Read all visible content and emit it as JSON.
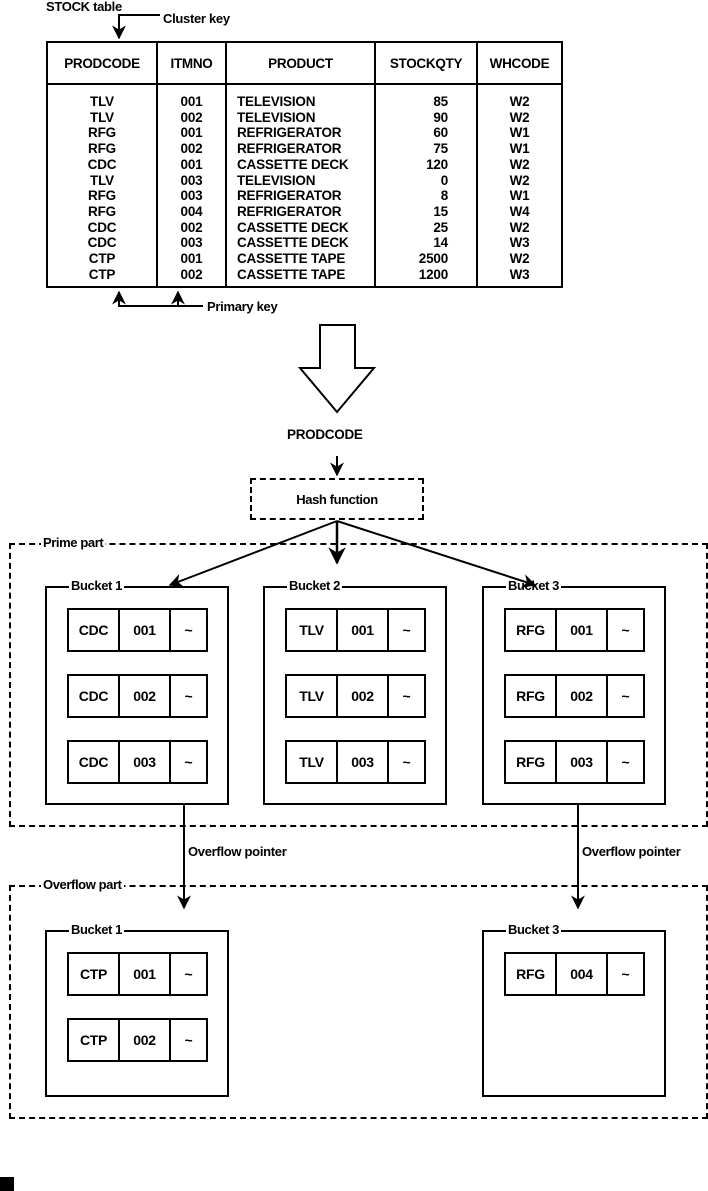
{
  "table": {
    "title": "STOCK table",
    "cluster_key_label": "Cluster key",
    "primary_key_label": "Primary key",
    "columns": [
      "PRODCODE",
      "ITMNO",
      "PRODUCT",
      "STOCKQTY",
      "WHCODE"
    ],
    "rows": [
      [
        "TLV",
        "001",
        "TELEVISION",
        "85",
        "W2"
      ],
      [
        "TLV",
        "002",
        "TELEVISION",
        "90",
        "W2"
      ],
      [
        "RFG",
        "001",
        "REFRIGERATOR",
        "60",
        "W1"
      ],
      [
        "RFG",
        "002",
        "REFRIGERATOR",
        "75",
        "W1"
      ],
      [
        "CDC",
        "001",
        "CASSETTE DECK",
        "120",
        "W2"
      ],
      [
        "TLV",
        "003",
        "TELEVISION",
        "0",
        "W2"
      ],
      [
        "RFG",
        "003",
        "REFRIGERATOR",
        "8",
        "W1"
      ],
      [
        "RFG",
        "004",
        "REFRIGERATOR",
        "15",
        "W4"
      ],
      [
        "CDC",
        "002",
        "CASSETTE DECK",
        "25",
        "W2"
      ],
      [
        "CDC",
        "003",
        "CASSETTE DECK",
        "14",
        "W3"
      ],
      [
        "CTP",
        "001",
        "CASSETTE TAPE",
        "2500",
        "W2"
      ],
      [
        "CTP",
        "002",
        "CASSETTE TAPE",
        "1200",
        "W3"
      ]
    ]
  },
  "flow": {
    "key_label": "PRODCODE",
    "hash_label": "Hash function"
  },
  "prime": {
    "label": "Prime part",
    "buckets": [
      {
        "label": "Bucket 1",
        "records": [
          [
            "CDC",
            "001",
            "~"
          ],
          [
            "CDC",
            "002",
            "~"
          ],
          [
            "CDC",
            "003",
            "~"
          ]
        ]
      },
      {
        "label": "Bucket 2",
        "records": [
          [
            "TLV",
            "001",
            "~"
          ],
          [
            "TLV",
            "002",
            "~"
          ],
          [
            "TLV",
            "003",
            "~"
          ]
        ]
      },
      {
        "label": "Bucket 3",
        "records": [
          [
            "RFG",
            "001",
            "~"
          ],
          [
            "RFG",
            "002",
            "~"
          ],
          [
            "RFG",
            "003",
            "~"
          ]
        ]
      }
    ]
  },
  "overflow_pointer_label": "Overflow pointer",
  "overflow": {
    "label": "Overflow part",
    "buckets": [
      {
        "label": "Bucket 1",
        "records": [
          [
            "CTP",
            "001",
            "~"
          ],
          [
            "CTP",
            "002",
            "~"
          ]
        ]
      },
      {
        "label": "Bucket 3",
        "records": [
          [
            "RFG",
            "004",
            "~"
          ]
        ]
      }
    ]
  }
}
